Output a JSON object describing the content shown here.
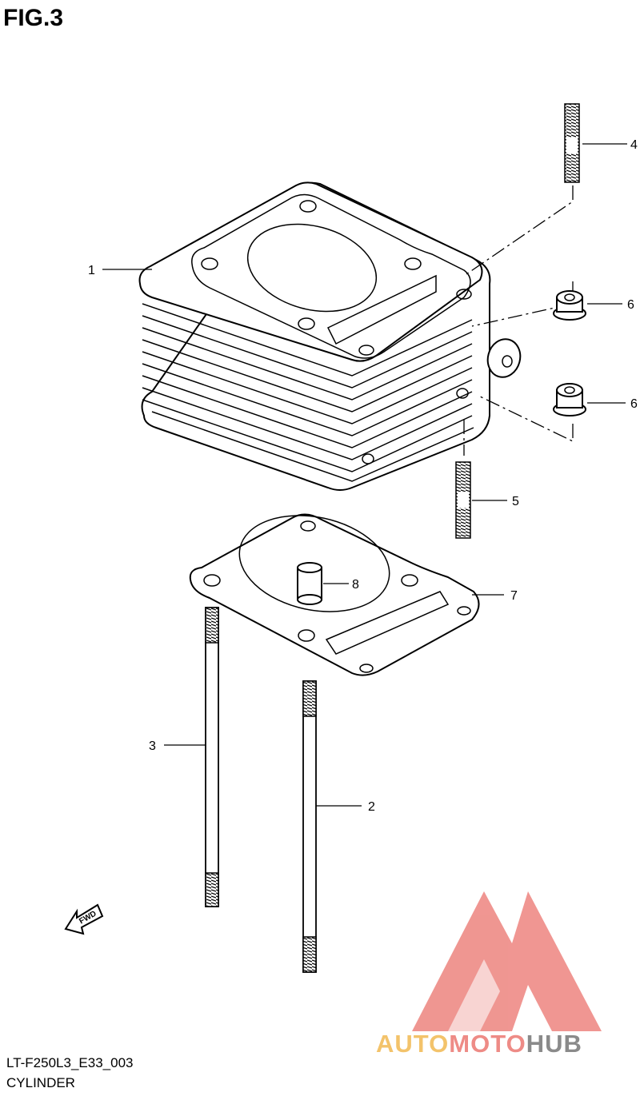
{
  "figure": {
    "title": "FIG.3"
  },
  "footer": {
    "model_code": "LT-F250L3_E33_003",
    "part_name": "CYLINDER"
  },
  "fwd_mark": "FWD",
  "callouts": [
    "1",
    "2",
    "3",
    "4",
    "5",
    "6",
    "6",
    "7",
    "8"
  ],
  "watermark": {
    "part1": "AUTO",
    "part2": "MOTO",
    "part3": "HUB"
  },
  "colors": {
    "line": "#000000",
    "logo_red": "#ee8b86",
    "logo_yellow": "#f3c36b",
    "logo_gray": "#8a8a8a"
  }
}
